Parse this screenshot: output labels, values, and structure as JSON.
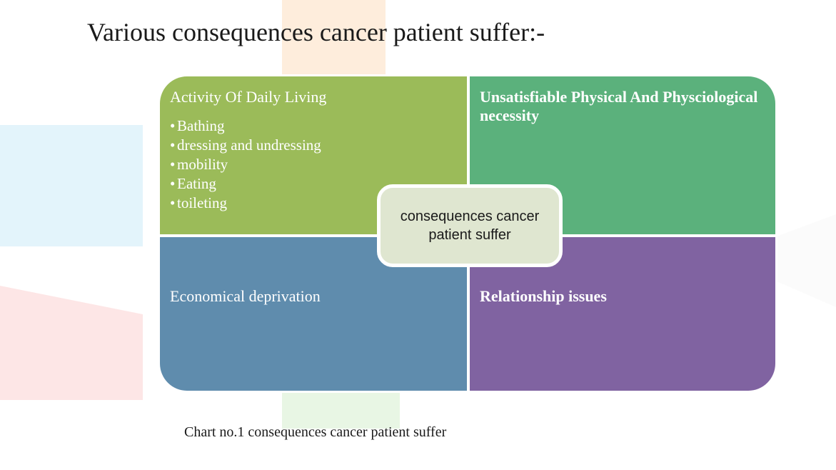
{
  "heading": "Various consequences cancer patient suffer:-",
  "diagram": {
    "center_label": "consequences cancer patient suffer",
    "quadrants": {
      "top_left": {
        "title": "Activity Of Daily Living",
        "items": [
          "Bathing",
          "dressing and undressing",
          "mobility",
          "Eating",
          "toileting"
        ]
      },
      "top_right": {
        "title": "Unsatisfiable Physical And Physciological necessity"
      },
      "bottom_left": {
        "title": "Economical deprivation"
      },
      "bottom_right": {
        "title": "Relationship issues"
      }
    },
    "colors": {
      "top_left": "#9bbb59",
      "top_right": "#5bb17c",
      "bottom_left": "#5f8cad",
      "bottom_right": "#8063a1",
      "center": "#dfe6d0"
    }
  },
  "caption": "Chart no.1 consequences cancer patient suffer"
}
